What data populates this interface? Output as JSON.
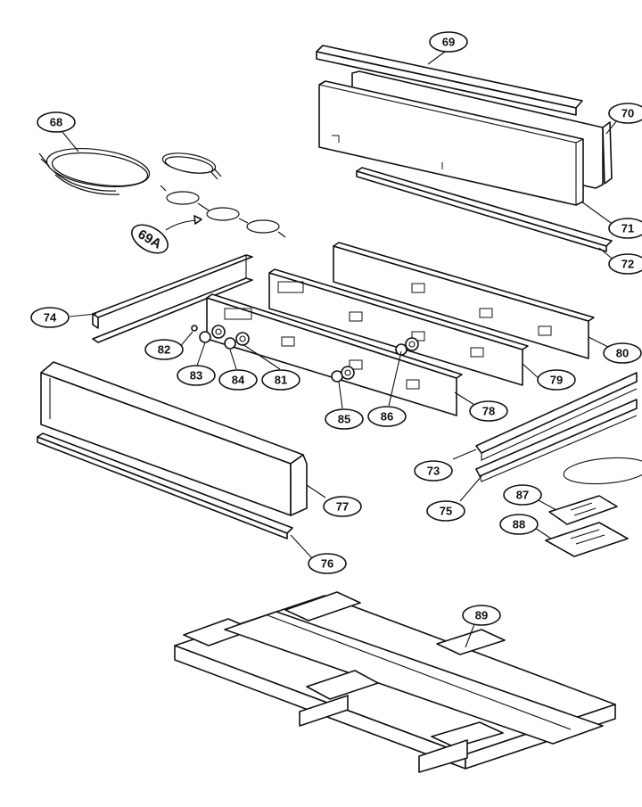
{
  "callouts": [
    {
      "id": "c69top",
      "label": "69"
    },
    {
      "id": "c70",
      "label": "70"
    },
    {
      "id": "c68",
      "label": "68"
    },
    {
      "id": "c71",
      "label": "71"
    },
    {
      "id": "c72",
      "label": "72"
    },
    {
      "id": "c74",
      "label": "74"
    },
    {
      "id": "c80",
      "label": "80"
    },
    {
      "id": "c82",
      "label": "82"
    },
    {
      "id": "c79",
      "label": "79"
    },
    {
      "id": "c83",
      "label": "83"
    },
    {
      "id": "c84",
      "label": "84"
    },
    {
      "id": "c81",
      "label": "81"
    },
    {
      "id": "c78",
      "label": "78"
    },
    {
      "id": "c85",
      "label": "85"
    },
    {
      "id": "c86",
      "label": "86"
    },
    {
      "id": "c73",
      "label": "73"
    },
    {
      "id": "c77",
      "label": "77"
    },
    {
      "id": "c87",
      "label": "87"
    },
    {
      "id": "c75",
      "label": "75"
    },
    {
      "id": "c88",
      "label": "88"
    },
    {
      "id": "c76",
      "label": "76"
    },
    {
      "id": "c89",
      "label": "89"
    }
  ],
  "handwritten_label": "69A"
}
